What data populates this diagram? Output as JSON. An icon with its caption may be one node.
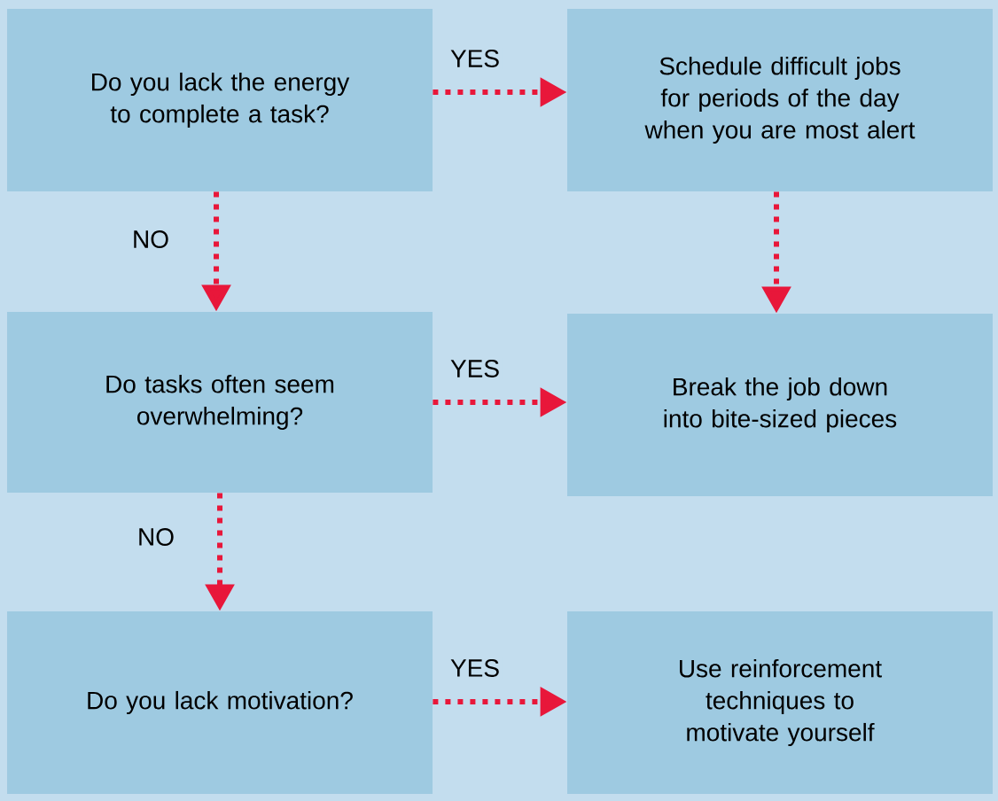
{
  "diagram": {
    "nodes": [
      {
        "text": [
          "Do you lack the energy to complete a task?"
        ]
      },
      {
        "text": [
          "Schedule difficult jobs for periods of the day when you are most alert"
        ]
      },
      {
        "text": [
          "Do tasks often seem overwhelming?"
        ]
      },
      {
        "text": [
          "Break the job down into bite-sized pieces"
        ]
      },
      {
        "text": [
          "Do you lack motivation?"
        ]
      },
      {
        "text": [
          "Use reinforcement techniques to motivate yourself"
        ]
      }
    ],
    "edges": [
      {
        "from": 0,
        "to": 1,
        "arrow": "to",
        "label": "YES"
      },
      {
        "from": 0,
        "to": 2,
        "arrow": "to",
        "label": "NO"
      },
      {
        "from": 1,
        "to": 3,
        "arrow": "to"
      },
      {
        "from": 2,
        "to": 3,
        "arrow": "to",
        "label": "YES"
      },
      {
        "from": 2,
        "to": 4,
        "arrow": "to",
        "label": "NO"
      },
      {
        "from": 4,
        "to": 5,
        "arrow": "to",
        "label": "YES"
      }
    ]
  }
}
